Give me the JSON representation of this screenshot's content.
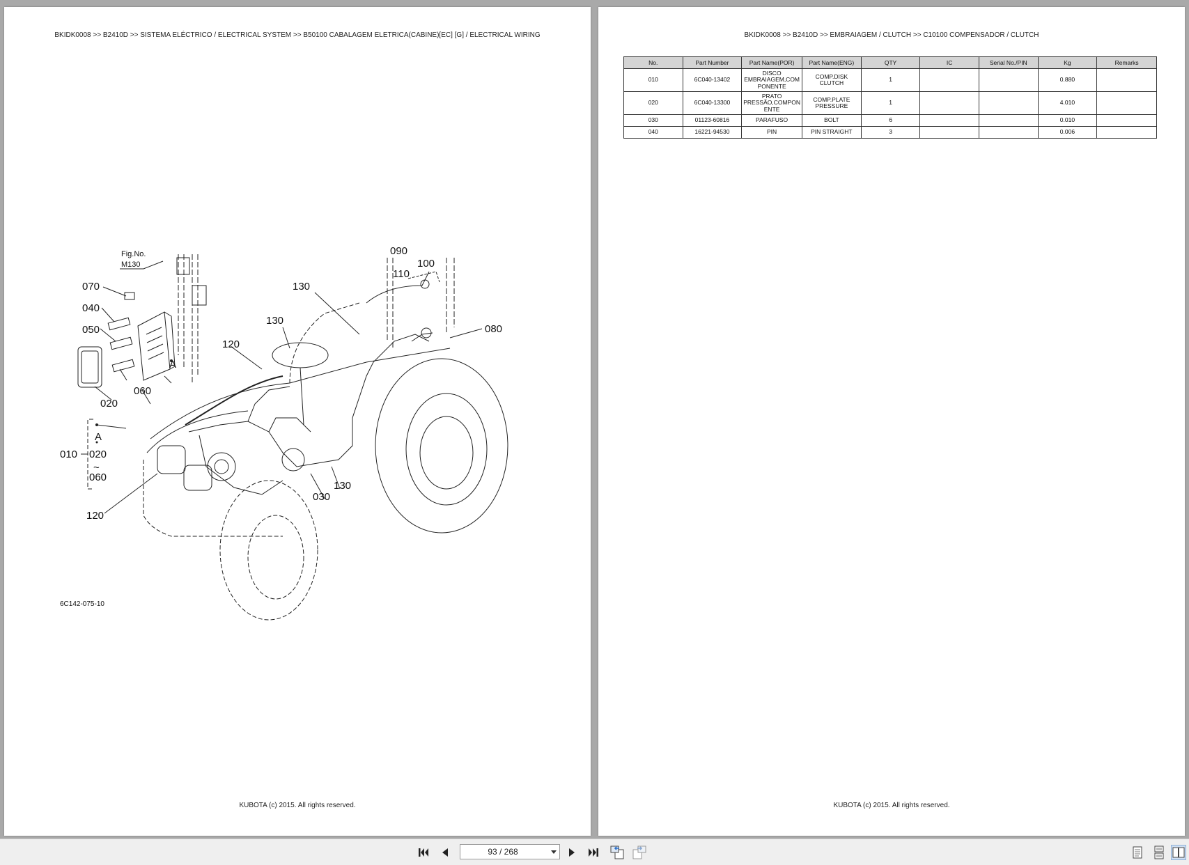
{
  "left_page": {
    "breadcrumb": "BKIDK0008 >> B2410D >> SISTEMA ELÉCTRICO / ELECTRICAL SYSTEM >> B50100   CABALAGEM ELETRICA(CABINE)[EC] [G] / ELECTRICAL WIRING",
    "figure": {
      "fig_no_label": "Fig.No.",
      "fig_no_value": "M130",
      "drawing_code": "6C142-075-10",
      "callouts": {
        "c070": "070",
        "c040": "040",
        "c050": "050",
        "c020_top": "020",
        "c060": "060",
        "cA_top": "A",
        "cA_group": "A",
        "c010": "010",
        "c020_group": "020",
        "c_tilde": "~",
        "c060_group": "060",
        "c120_upper": "120",
        "c120_lower": "120",
        "c130_a": "130",
        "c130_b": "130",
        "c130_c": "130",
        "c090": "090",
        "c100": "100",
        "c110": "110",
        "c080": "080",
        "c030": "030"
      }
    },
    "footer": "KUBOTA (c) 2015. All rights reserved."
  },
  "right_page": {
    "breadcrumb": "BKIDK0008 >> B2410D >> EMBRAIAGEM / CLUTCH >> C10100   COMPENSADOR / CLUTCH",
    "table": {
      "headers": [
        "No.",
        "Part Number",
        "Part Name(POR)",
        "Part Name(ENG)",
        "QTY",
        "IC",
        "Serial No./PIN",
        "Kg",
        "Remarks"
      ],
      "rows": [
        [
          "010",
          "6C040-13402",
          "DISCO EMBRAIAGEM,COM PONENTE",
          "COMP.DISK CLUTCH",
          "1",
          "",
          "",
          "0.880",
          ""
        ],
        [
          "020",
          "6C040-13300",
          "PRATO PRESSÃO,COMPON ENTE",
          "COMP.PLATE PRESSURE",
          "1",
          "",
          "",
          "4.010",
          ""
        ],
        [
          "030",
          "01123-60816",
          "PARAFUSO",
          "BOLT",
          "6",
          "",
          "",
          "0.010",
          ""
        ],
        [
          "040",
          "16221-94530",
          "PIN",
          "PIN STRAIGHT",
          "3",
          "",
          "",
          "0.006",
          ""
        ]
      ]
    },
    "footer": "KUBOTA (c) 2015. All rights reserved."
  },
  "toolbar": {
    "page_indicator": "93 / 268",
    "icons": {
      "first": "first-page-icon",
      "prev": "previous-page-icon",
      "next": "next-page-icon",
      "last": "last-page-icon",
      "back": "go-back-icon",
      "forward": "go-forward-icon",
      "single": "single-page-view-icon",
      "continuous": "continuous-view-icon",
      "facing": "facing-pages-view-icon"
    }
  }
}
